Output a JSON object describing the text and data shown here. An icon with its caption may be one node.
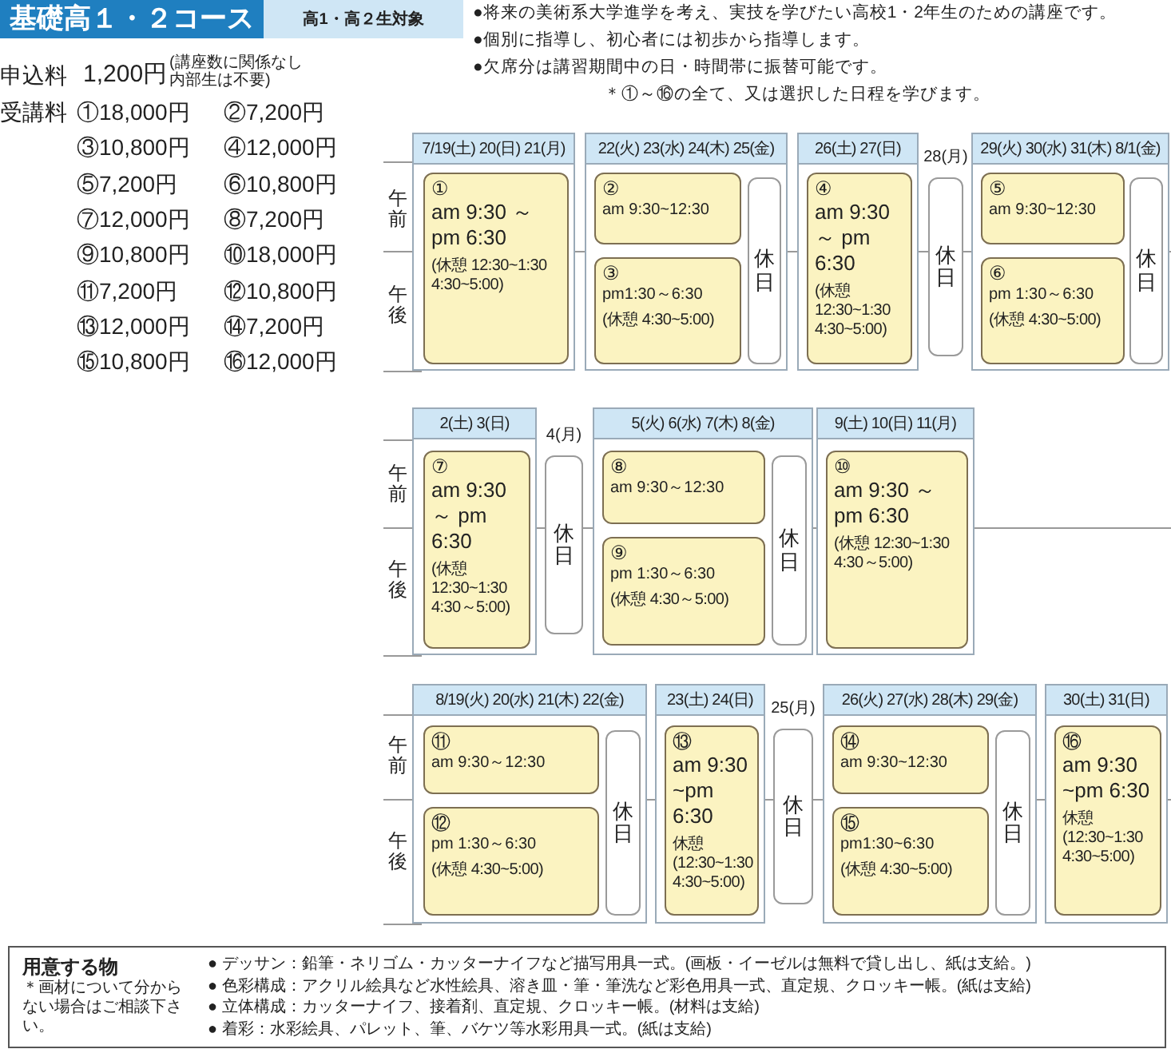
{
  "diagram": {
    "title": "基礎高１・２コース",
    "nodes": [
      {
        "text": [
          "7/19(土) 20(日) 21(月)"
        ]
      },
      {
        "text": [
          "①",
          "am 9:30 ～ pm 6:30",
          "(休憩 12:30~1:30 4:30~5:00)"
        ],
        "in": 0
      },
      {
        "text": [
          "22(火) 23(水) 24(木) 25(金)"
        ]
      },
      {
        "text": [
          "②",
          "am 9:30~12:30"
        ],
        "in": 2
      },
      {
        "text": [
          "③",
          "pm1:30～6:30",
          "(休憩 4:30~5:00)"
        ],
        "in": 2
      },
      {
        "text": [
          "休日"
        ],
        "in": 2
      },
      {
        "text": [
          "26(土) 27(日)"
        ]
      },
      {
        "text": [
          "④",
          "am 9:30 ～ pm 6:30",
          "(休憩 12:30~1:30 4:30~5:00)"
        ],
        "in": 6
      },
      {
        "text": [
          "休日"
        ],
        "beside": [
          "28(月)"
        ]
      },
      {
        "text": [
          "29(火) 30(水) 31(木) 8/1(金)"
        ]
      },
      {
        "text": [
          "⑤",
          "am 9:30~12:30"
        ],
        "in": 9
      },
      {
        "text": [
          "⑥",
          "pm 1:30～6:30",
          "(休憩 4:30~5:00)"
        ],
        "in": 9
      },
      {
        "text": [
          "休日"
        ],
        "in": 9
      },
      {
        "text": [
          "2(土) 3(日)"
        ]
      },
      {
        "text": [
          "⑦",
          "am 9:30 ～ pm 6:30",
          "(休憩 12:30~1:30 4:30～5:00)"
        ],
        "in": 13
      },
      {
        "text": [
          "休日"
        ],
        "beside": [
          "4(月)"
        ]
      },
      {
        "text": [
          "5(火) 6(水) 7(木) 8(金)"
        ]
      },
      {
        "text": [
          "⑧",
          "am 9:30～12:30"
        ],
        "in": 16
      },
      {
        "text": [
          "⑨",
          "pm 1:30～6:30",
          "(休憩 4:30～5:00)"
        ],
        "in": 16
      },
      {
        "text": [
          "休日"
        ],
        "in": 16
      },
      {
        "text": [
          "9(土) 10(日) 11(月)"
        ]
      },
      {
        "text": [
          "⑩",
          "am 9:30 ～ pm 6:30",
          "(休憩 12:30~1:30 4:30～5:00)"
        ],
        "in": 20
      },
      {
        "text": [
          "8/19(火) 20(水) 21(木) 22(金)"
        ]
      },
      {
        "text": [
          "⑪",
          "am 9:30～12:30"
        ],
        "in": 22
      },
      {
        "text": [
          "⑫",
          "pm 1:30～6:30",
          "(休憩 4:30~5:00)"
        ],
        "in": 22
      },
      {
        "text": [
          "休日"
        ],
        "in": 22
      },
      {
        "text": [
          "23(土) 24(日)"
        ]
      },
      {
        "text": [
          "⑬",
          "am 9:30 ~pm 6:30",
          "休憩 (12:30~1:30 4:30~5:00)"
        ],
        "in": 26
      },
      {
        "text": [
          "休日"
        ],
        "beside": [
          "25(月)"
        ]
      },
      {
        "text": [
          "26(火) 27(水) 28(木) 29(金)"
        ]
      },
      {
        "text": [
          "⑭",
          "am 9:30~12:30"
        ],
        "in": 29
      },
      {
        "text": [
          "⑮",
          "pm1:30~6:30",
          "(休憩 4:30~5:00)"
        ],
        "in": 29
      },
      {
        "text": [
          "休日"
        ],
        "in": 29
      },
      {
        "text": [
          "30(土) 31(日)"
        ]
      },
      {
        "text": [
          "⑯",
          "am 9:30 ~pm 6:30",
          "休憩 (12:30~1:30 4:30~5:00)"
        ],
        "in": 33
      },
      {
        "text": [
          "用意する物",
          "＊画材について分からない場合はご相談下さい。",
          "● デッサン：鉛筆・ネリゴム・カッターナイフなど描写用具一式。(画板・イーゼルは無料で貸し出し、紙は支給。)",
          "● 色彩構成：アクリル絵具など水性絵具、溶き皿・筆・筆洗など彩色用具一式、直定規、クロッキー帳。(紙は支給)",
          "● 立体構成：カッターナイフ、接着剤、直定規、クロッキー帳。(材料は支給)",
          "● 着彩：水彩絵具、パレット、筆、バケツ等水彩用具一式。(紙は支給)"
        ]
      }
    ],
    "labels": [
      "高1・高２生対象",
      "●将来の美術系大学進学を考え、実技を学びたい高校1・2年生のための講座です。",
      "●個別に指導し、初心者には初歩から指導します。",
      "●欠席分は講習期間中の日・時間帯に振替可能です。",
      "＊①～⑯の全て、又は選択した日程を学びます。",
      "申込料",
      "1,200円",
      "(講座数に関係なし内部生は不要)",
      "受講料",
      "①18,000円",
      "②7,200円",
      "③10,800円",
      "④12,000円",
      "⑤7,200円",
      "⑥10,800円",
      "⑦12,000円",
      "⑧7,200円",
      "⑨10,800円",
      "⑩18,000円",
      "⑪7,200円",
      "⑫10,800円",
      "⑬12,000円",
      "⑭7,200円",
      "⑮10,800円",
      "⑯12,000円",
      "午前",
      "午後",
      "午前",
      "午後",
      "午前",
      "午後"
    ]
  }
}
